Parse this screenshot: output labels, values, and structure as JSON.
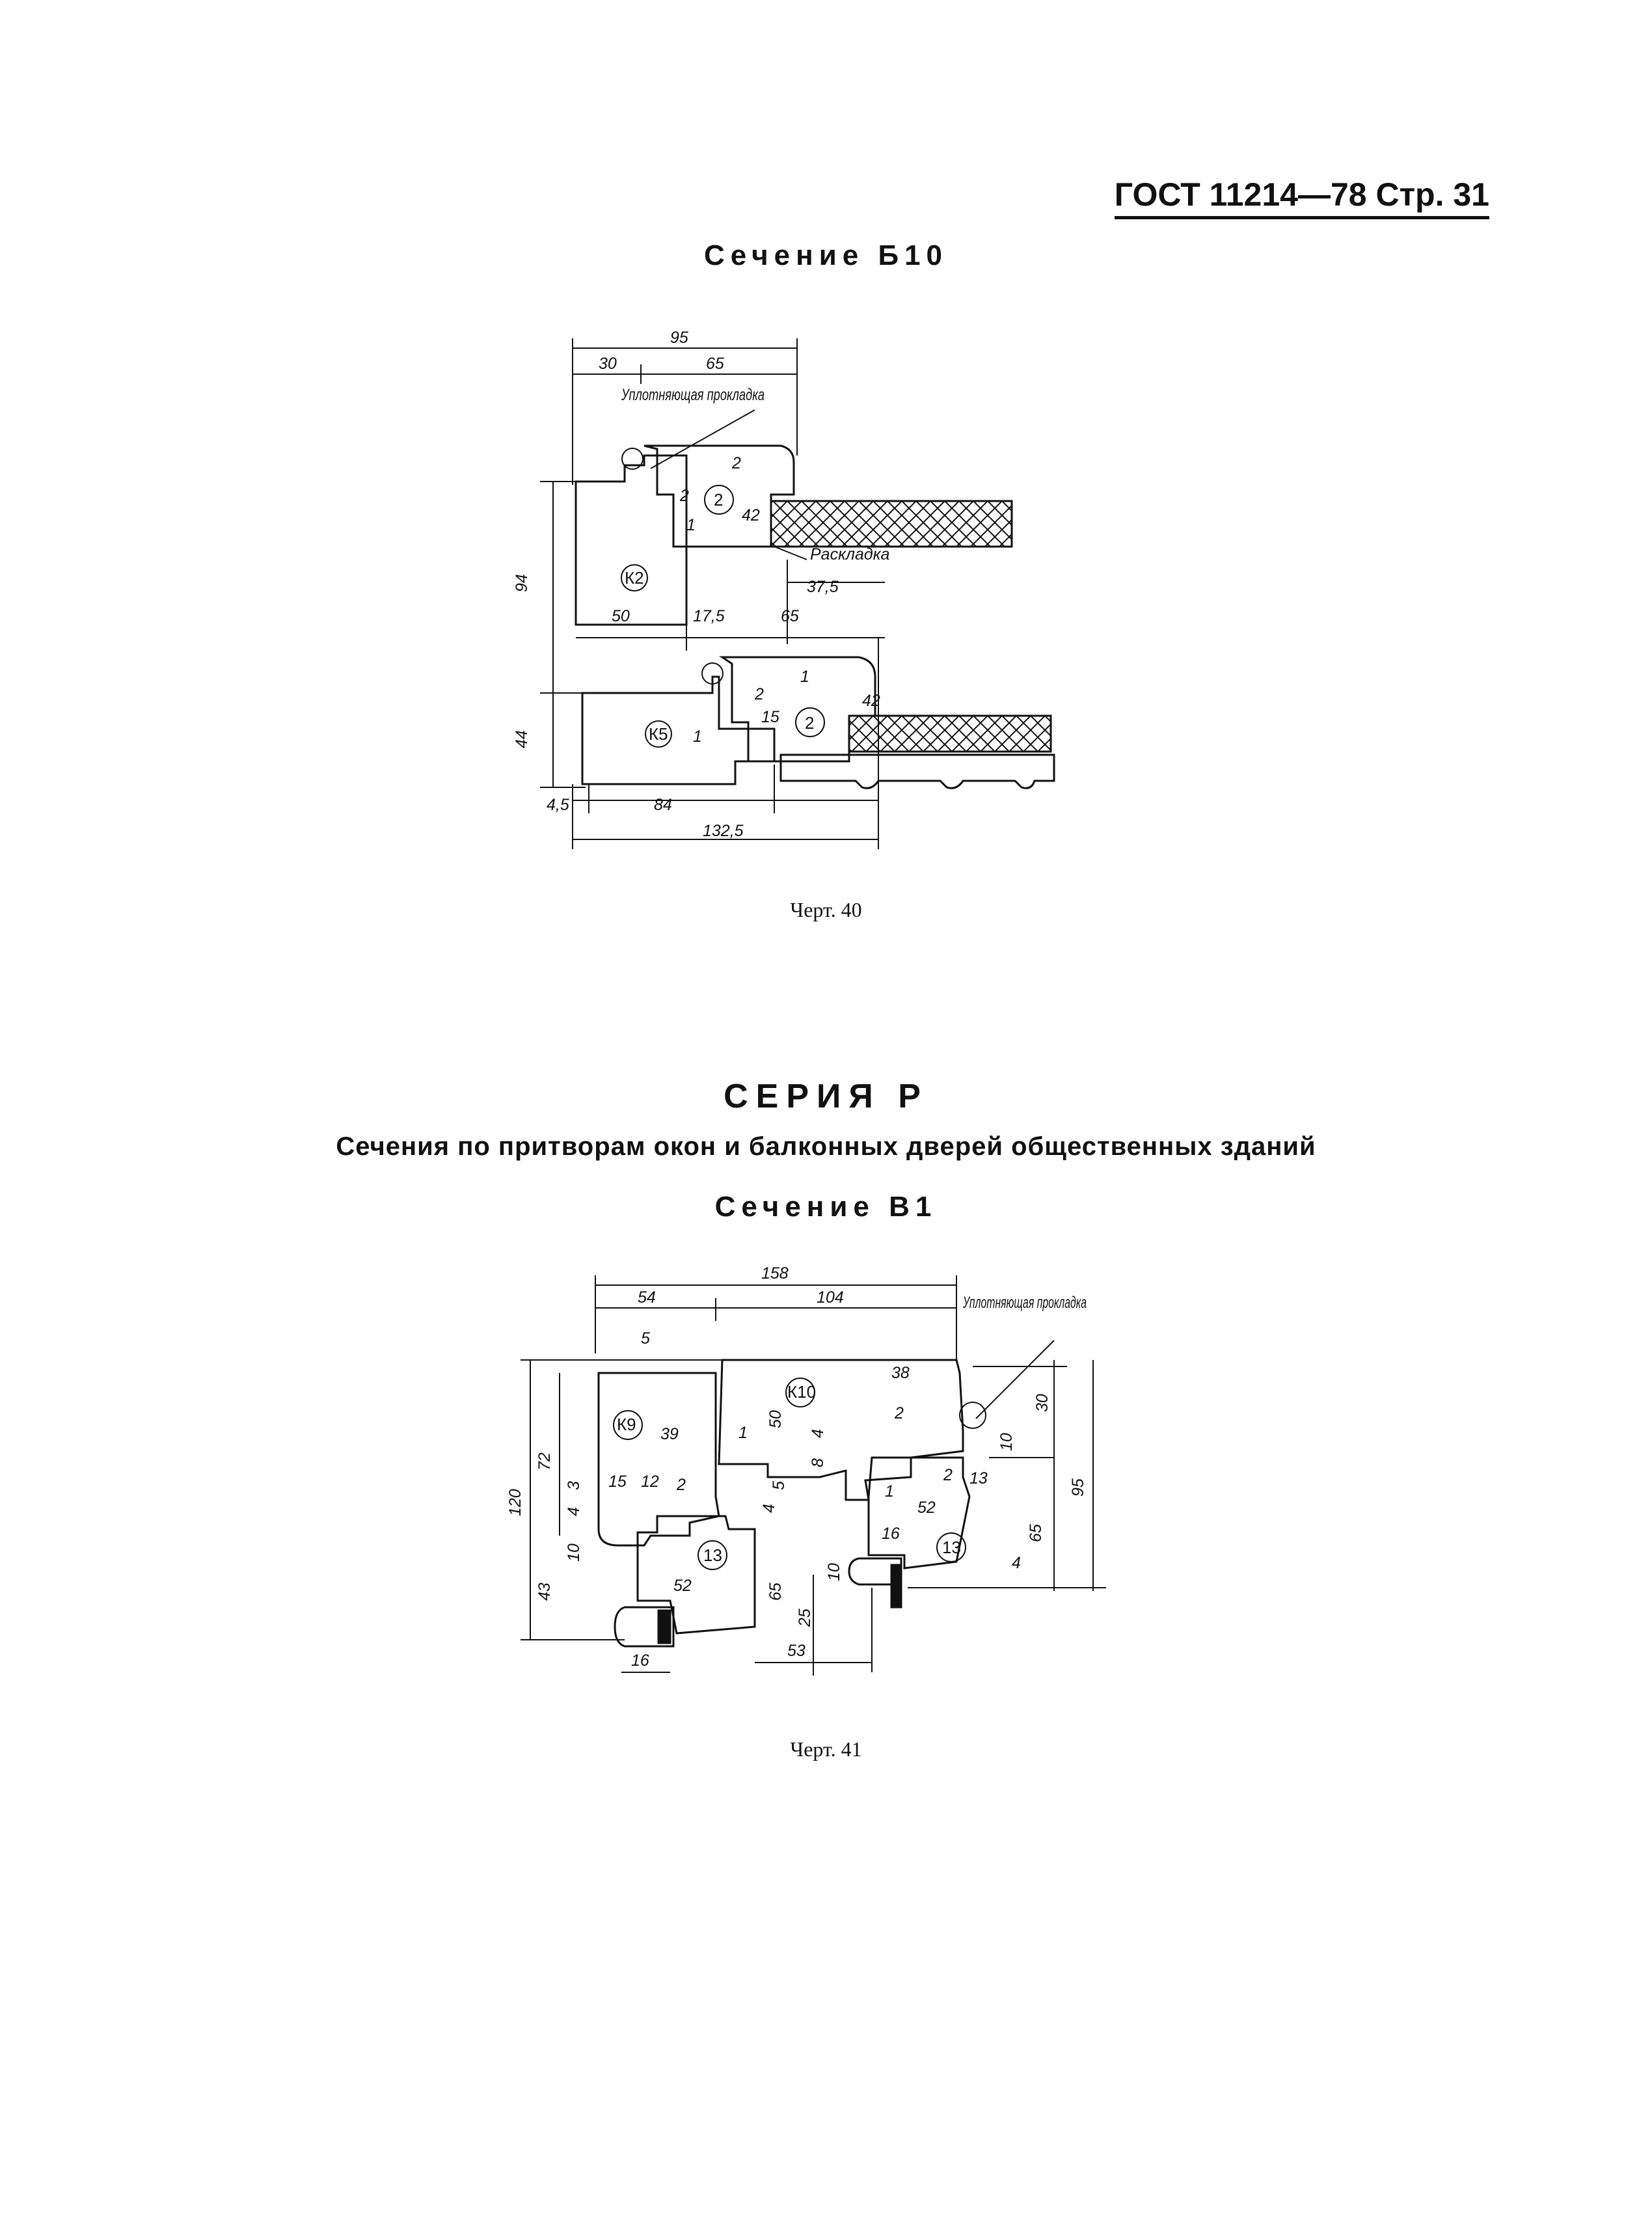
{
  "header": "ГОСТ 11214—78 Стр. 31",
  "section1": {
    "title": "Сечение Б10",
    "caption": "Черт. 40",
    "notes": {
      "seal": "Уплотняющая прокладка",
      "spacer": "Раскладка"
    },
    "marks": {
      "k2": "К2",
      "k5": "К5",
      "two_a": "2",
      "two_b": "2"
    },
    "dims": {
      "top_total": "95",
      "top_left": "30",
      "top_right": "65",
      "h1": "94",
      "h2": "44",
      "bottom_small": "4,5",
      "w50": "50",
      "w17": "17,5",
      "w65": "65",
      "w37": "37,5",
      "w84": "84",
      "w132": "132,5",
      "d2a": "2",
      "d2b": "2",
      "d42a": "42",
      "d1a": "1",
      "d1b": "1",
      "d2c": "2",
      "d15": "15",
      "d42b": "42",
      "d1c": "1"
    }
  },
  "series": {
    "title": "СЕРИЯ Р",
    "subtitle": "Сечения по притворам окон и балконных дверей общественных зданий",
    "section_title": "Сечение В1",
    "caption": "Черт. 41",
    "notes": {
      "seal": "Уплотняющая прокладка"
    },
    "marks": {
      "k9": "К9",
      "k10": "К10",
      "m13a": "13",
      "m13b": "13"
    },
    "dims": {
      "top_total": "158",
      "top_left": "54",
      "top_right": "104",
      "d5": "5",
      "d72": "72",
      "d120": "120",
      "d39": "39",
      "d1": "1",
      "d50": "50",
      "d38": "38",
      "d2a": "2",
      "d30": "30",
      "d4": "4",
      "d8": "8",
      "d10a": "10",
      "d15": "15",
      "d12": "12",
      "d2b": "2",
      "d3": "3",
      "d4b": "4",
      "d5b": "5",
      "d4c": "4",
      "d2c": "2",
      "d13": "13",
      "d1b": "1",
      "d52a": "52",
      "d65a": "65",
      "d95": "95",
      "d10b": "10",
      "d16a": "16",
      "d10c": "10",
      "d4d": "4",
      "d43": "43",
      "d52b": "52",
      "d65b": "65",
      "d25": "25",
      "d53": "53",
      "d16b": "16"
    }
  }
}
